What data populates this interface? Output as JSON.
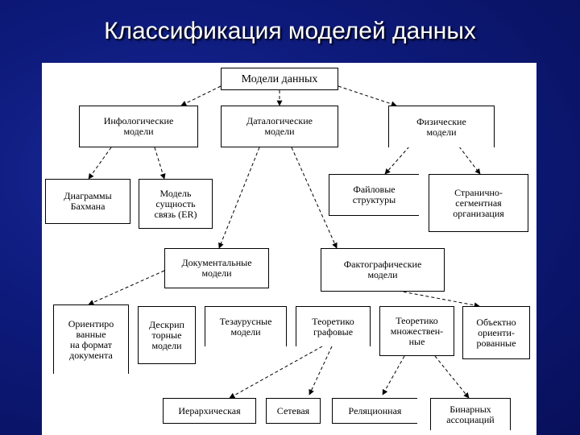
{
  "slide": {
    "title": "Классификация моделей данных"
  },
  "diagram": {
    "root": "Модели данных",
    "level1": {
      "infological": "Инфологические\nмодели",
      "datalogical": "Даталогические\nмодели",
      "physical": "Физические\nмодели"
    },
    "infological_children": {
      "bachman": "Диаграммы\nБахмана",
      "er": "Модель\nсущность\nсвязь (ER)"
    },
    "physical_children": {
      "file": "Файловые\nструктуры",
      "page": "Странично-\nсегментная\nорганизация"
    },
    "datalogical_children": {
      "documental": "Документальные\nмодели",
      "factographic": "Фактографические\nмодели"
    },
    "documental_children": {
      "format": "Ориентиро\nванные\nна формат\nдокумента",
      "descriptor": "Дескрип\nторные\nмодели",
      "thesaurus": "Тезаурусные\nмодели"
    },
    "factographic_children": {
      "graph": "Теоретико\nграфовые",
      "set": "Теоретико\nмножествен-\nные",
      "object": "Объектно\nориенти-\nрованные"
    },
    "bottom": {
      "hierarchical": "Иерархическая",
      "network": "Сетевая",
      "relational": "Реляционная",
      "binary": "Бинарных\nассоциаций"
    }
  },
  "colors": {
    "background": "#0d1a7a",
    "panel": "#ffffff",
    "title_text": "#ffffff"
  }
}
